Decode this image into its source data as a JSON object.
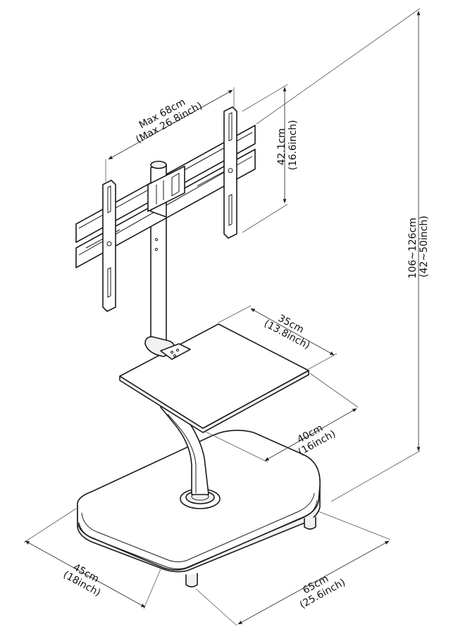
{
  "dimensions": {
    "tv_width": {
      "line1": "Max 68cm",
      "line2": "(Max 26.8inch)"
    },
    "bracket_height": {
      "line1": "42.1cm",
      "line2": "(16.6inch)"
    },
    "overall_height": {
      "line1": "106~126cm",
      "line2": "(42~50inch)"
    },
    "shelf_width": {
      "line1": "35cm",
      "line2": "(13.8inch)"
    },
    "shelf_depth": {
      "line1": "40cm",
      "line2": "(16inch)"
    },
    "base_depth": {
      "line1": "45cm",
      "line2": "(18inch)"
    },
    "base_width": {
      "line1": "65cm",
      "line2": "(25.6inch)"
    }
  }
}
